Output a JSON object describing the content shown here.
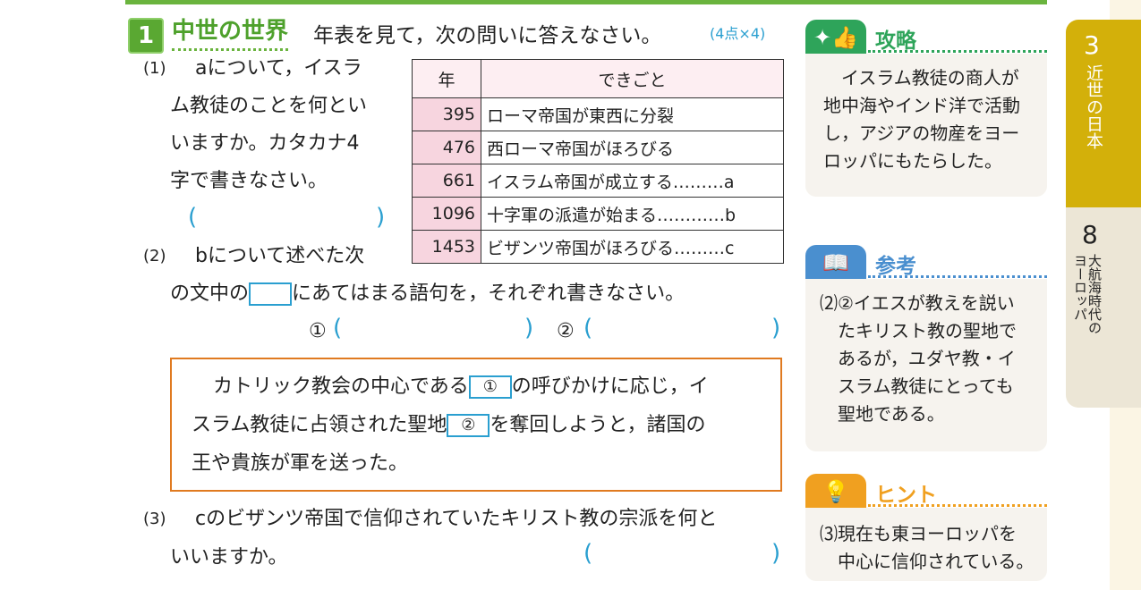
{
  "header": {
    "number": "1",
    "title": "中世の世界",
    "instruction": "年表を見て，次の問いに答えなさい。",
    "points": "(4点×4)"
  },
  "table": {
    "headers": [
      "年",
      "できごと"
    ],
    "rows": [
      {
        "year": "395",
        "event": "ローマ帝国が東西に分裂"
      },
      {
        "year": "476",
        "event": "西ローマ帝国がほろびる"
      },
      {
        "year": "661",
        "event": "イスラム帝国が成立する………a"
      },
      {
        "year": "1096",
        "event": "十字軍の派遣が始まる…………b"
      },
      {
        "year": "1453",
        "event": "ビザンツ帝国がほろびる………c"
      }
    ]
  },
  "q1": {
    "num": "(1)",
    "lines": [
      "aについて，イスラ",
      "ム教徒のことを何とい",
      "いますか。カタカナ4",
      "字で書きなさい。"
    ]
  },
  "q2": {
    "num": "(2)",
    "line1": "bについて述べた次",
    "line2a": "の文中の",
    "line2b": "にあてはまる語句を，それぞれ書きなさい。",
    "a1": "①",
    "a2": "②"
  },
  "passage": {
    "l1a": "カトリック教会の中心である",
    "b1": "①",
    "l1b": "の呼びかけに応じ，イ",
    "l2a": "スラム教徒に占領された聖地",
    "b2": "②",
    "l2b": "を奪回しようと，諸国の",
    "l3": "王や貴族が軍を送った。"
  },
  "q3": {
    "num": "(3)",
    "line1": "cのビザンツ帝国で信仰されていたキリスト教の宗派を何と",
    "line2": "いいますか。"
  },
  "paren_open": "(",
  "paren_close": ")",
  "sidebar": {
    "strategy": {
      "label": "攻略",
      "text": [
        "　イスラム教徒の商人が",
        "地中海やインド洋で活動",
        "し，アジアの物産をヨー",
        "ロッパにもたらした。"
      ]
    },
    "reference": {
      "label": "参考",
      "text": [
        "⑵②イエスが教えを説い",
        "　たキリスト教の聖地で",
        "　あるが，ユダヤ教・イ",
        "　スラム教徒にとっても",
        "　聖地である。"
      ]
    },
    "hint": {
      "label": "ヒント",
      "text": [
        "⑶現在も東ヨーロッパを",
        "　中心に信仰されている。"
      ]
    }
  },
  "tabs": [
    {
      "num": "3",
      "label": "近世の日本"
    },
    {
      "num": "8",
      "label": "大航海時代の",
      "label2": "ヨーロッパ"
    }
  ],
  "colors": {
    "green": "#6ab43e",
    "blue": "#2a9fd0",
    "orange": "#e07a20",
    "gold": "#d3b00a"
  }
}
